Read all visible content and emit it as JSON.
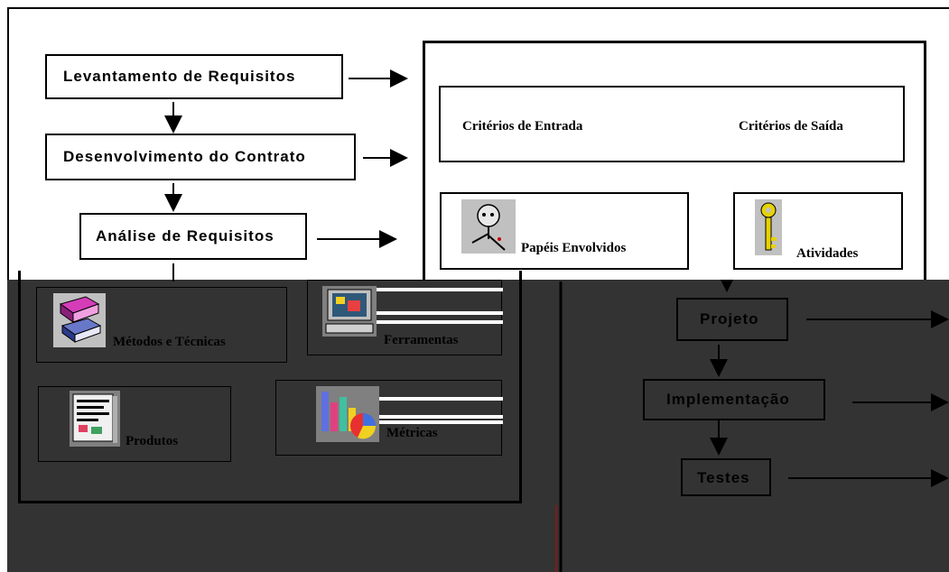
{
  "left_flow": {
    "step1": "Levantamento de Requisitos",
    "step2": "Desenvolvimento do Contrato",
    "step3": "Análise de Requisitos"
  },
  "detail_panel": {
    "entry_criteria": "Critérios de Entrada",
    "exit_criteria": "Critérios de Saída",
    "roles": "Papéis Envolvidos",
    "activities": "Atividades",
    "methods": "Métodos e Técnicas",
    "tools": "Ferramentas",
    "products": "Produtos",
    "metrics": "Métricas"
  },
  "right_flow": {
    "step4": "Projeto",
    "step5": "Implementação",
    "step6": "Testes"
  },
  "colors": {
    "dark_background": "#333333",
    "line": "#000000",
    "red_accent": "#cc0000"
  }
}
